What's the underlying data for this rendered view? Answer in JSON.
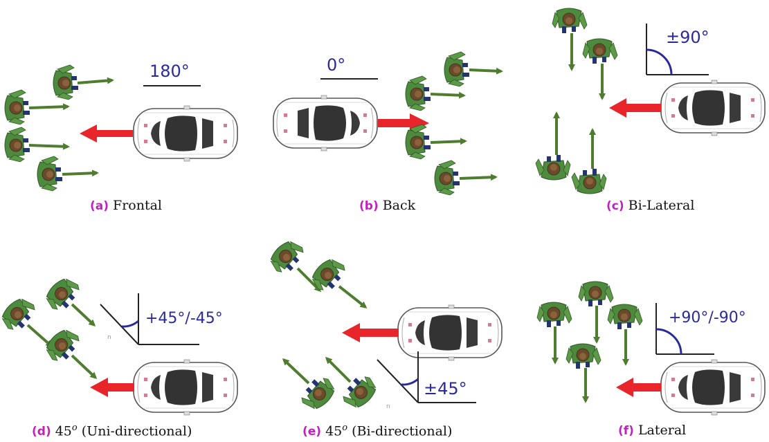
{
  "panels": [
    {
      "tag": "(a)",
      "text": "Frontal",
      "angle": "180°"
    },
    {
      "tag": "(b)",
      "text": "Back",
      "angle": "0°"
    },
    {
      "tag": "(c)",
      "text": "Bi-Lateral",
      "angle": "±90°"
    },
    {
      "tag": "(d)",
      "num": "45",
      "sup": "o",
      "text": "(Uni-directional)",
      "angle": "+45°/-45°",
      "mark": "n"
    },
    {
      "tag": "(e)",
      "num": "45",
      "sup": "o",
      "text": "(Bi-directional)",
      "angle": "±45°",
      "mark": "n"
    },
    {
      "tag": "(f)",
      "text": "Lateral",
      "angle": "+90°/-90°"
    }
  ],
  "colors": {
    "car_arrow": "#e8252a",
    "pedestrian_arrow": "#4f7d2f",
    "pedestrian_body": "#4e8a3e",
    "angle_text": "#2a2a9a",
    "caption_tag": "#c21fbf"
  }
}
